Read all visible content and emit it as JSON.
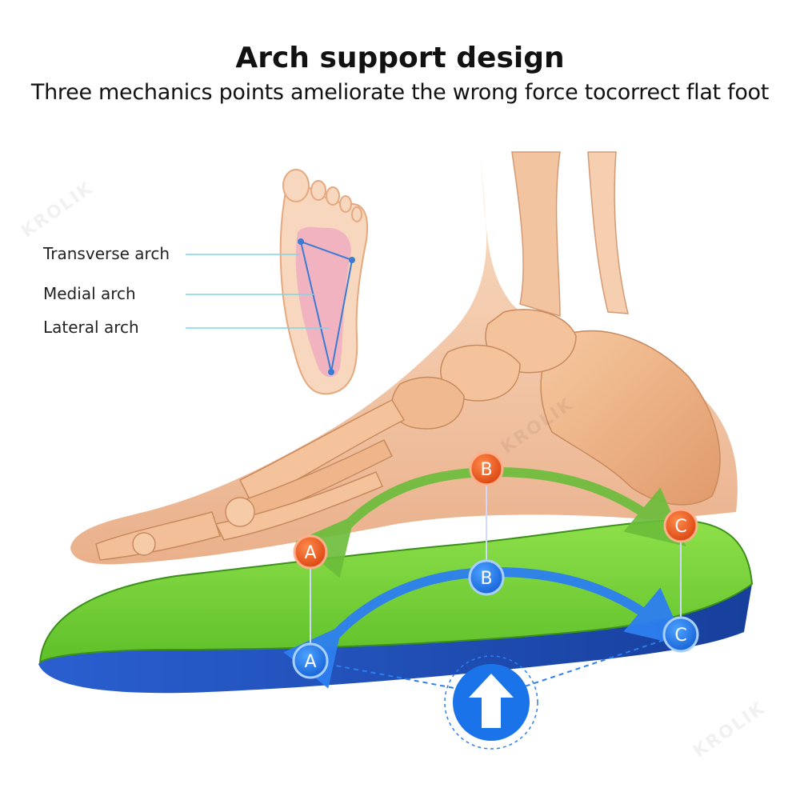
{
  "header": {
    "title": "Arch support design",
    "subtitle": "Three mechanics points ameliorate the wrong force tocorrect flat foot"
  },
  "arch_labels": [
    {
      "label": "Transverse arch"
    },
    {
      "label": "Medial arch"
    },
    {
      "label": "Lateral arch"
    }
  ],
  "points": {
    "foot": [
      "A",
      "B",
      "C"
    ],
    "insole": [
      "A",
      "B",
      "C"
    ]
  },
  "watermark": "KROLIK",
  "colors": {
    "orange": "#e8541c",
    "blue": "#1a73e8",
    "green": "#7fd33b",
    "insole_blue": "#1f4fb8",
    "skin": "#f2c7a3"
  }
}
